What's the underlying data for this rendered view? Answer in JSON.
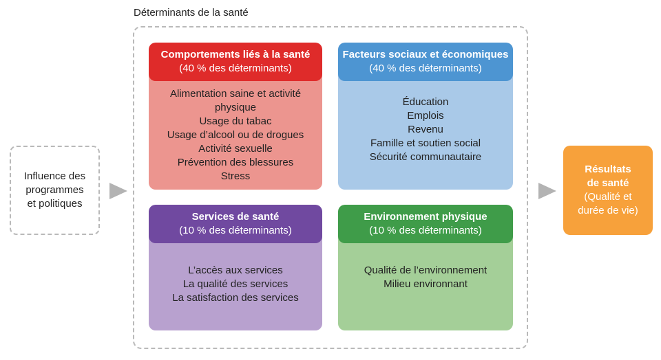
{
  "frame": {
    "title": "Déterminants de la santé"
  },
  "influence": {
    "text": "Influence des\nprogrammes\net politiques"
  },
  "cards": {
    "behaviour": {
      "title": "Comportements liés à la santé",
      "subtitle": "(40 % des déterminants)",
      "items": [
        "Alimentation saine et activité",
        "physique",
        "Usage du tabac",
        "Usage d’alcool ou de drogues",
        "Activité sexuelle",
        "Prévention des blessures",
        "Stress"
      ]
    },
    "social": {
      "title": "Facteurs sociaux et économiques",
      "subtitle": "(40 % des déterminants)",
      "items": [
        "Éducation",
        "Emplois",
        "Revenu",
        "Famille et soutien social",
        "Sécurité communautaire"
      ]
    },
    "services": {
      "title": "Services de santé",
      "subtitle": "(10 % des déterminants)",
      "items": [
        "L’accès aux services",
        "La qualité des services",
        "La satisfaction des services"
      ]
    },
    "environment": {
      "title": "Environnement physique",
      "subtitle": "(10 % des déterminants)",
      "items": [
        "Qualité de l’environnement",
        "Milieu environnant"
      ]
    }
  },
  "result": {
    "title": "Résultats\nde santé",
    "subtitle": "(Qualité et\ndurée de vie)"
  },
  "colors": {
    "behaviour_header": "#df2b2a",
    "behaviour_body": "#ec958f",
    "social_header": "#4d95d2",
    "social_body": "#a9c9e8",
    "services_header": "#7049a0",
    "services_body": "#b8a1cf",
    "environment_header": "#3f9c49",
    "environment_body": "#a4cf98",
    "result": "#f7a13b",
    "arrow": "#b3b3b3"
  }
}
